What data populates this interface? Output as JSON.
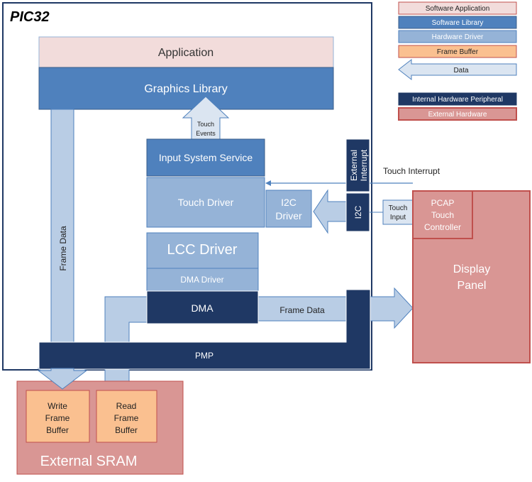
{
  "title": "PIC32",
  "colors": {
    "software_application": "#f2dcdb",
    "software_library": "#4f81bd",
    "hardware_driver": "#95b3d7",
    "frame_buffer": "#fac090",
    "data_arrow": "#b9cde5",
    "internal_hw": "#1f3864",
    "external_hw": "#d99694",
    "external_hw_border": "#c0504d"
  },
  "legend": {
    "software_application": "Software Application",
    "software_library": "Software Library",
    "hardware_driver": "Hardware Driver",
    "frame_buffer": "Frame Buffer",
    "data": "Data",
    "internal_hw": "Internal Hardware Peripheral",
    "external_hw": "External Hardware"
  },
  "blocks": {
    "application": "Application",
    "graphics_library": "Graphics Library",
    "input_system_service": "Input System Service",
    "touch_driver": "Touch Driver",
    "i2c_driver": [
      "I2C",
      "Driver"
    ],
    "lcc_driver": "LCC Driver",
    "dma_driver": "DMA Driver",
    "dma": "DMA",
    "pmp": "PMP",
    "external_interrupt": [
      "External",
      "Interrupt"
    ],
    "i2c": "I2C",
    "pcap": [
      "PCAP",
      "Touch",
      "Controller"
    ],
    "display_panel": [
      "Display",
      "Panel"
    ],
    "external_sram": "External SRAM",
    "write_frame_buffer": [
      "Write",
      "Frame",
      "Buffer"
    ],
    "read_frame_buffer": [
      "Read",
      "Frame",
      "Buffer"
    ]
  },
  "arrows": {
    "touch_events": [
      "Touch",
      "Events"
    ],
    "touch_interrupt": "Touch Interrupt",
    "touch_input": [
      "Touch",
      "Input"
    ],
    "frame_data_vertical": "Frame Data",
    "frame_data_horizontal": "Frame Data"
  }
}
